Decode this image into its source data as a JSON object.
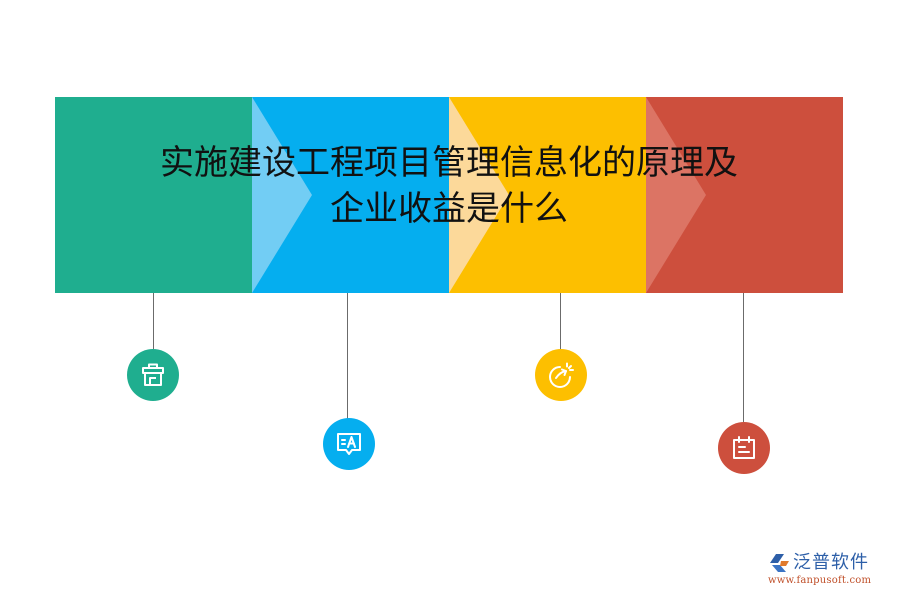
{
  "title": {
    "line1": "实施建设工程项目管理信息化的原理及",
    "line2": "企业收益是什么"
  },
  "panels": [
    {
      "name": "green",
      "color": "#1fae8f",
      "chevron_color": "#1fae8f"
    },
    {
      "name": "blue",
      "color": "#05aeef",
      "chevron_color": "#72cdf4"
    },
    {
      "name": "yellow",
      "color": "#fdbf00",
      "chevron_color": "#fcd99a"
    },
    {
      "name": "red",
      "color": "#cd4f3d",
      "chevron_color": "#dc7464"
    }
  ],
  "icons": [
    {
      "name": "briefcase-icon",
      "color": "#1fae8f"
    },
    {
      "name": "message-translate-icon",
      "color": "#05aeef"
    },
    {
      "name": "growth-arrow-icon",
      "color": "#fdbf00"
    },
    {
      "name": "calendar-icon",
      "color": "#cd4f3d"
    }
  ],
  "logo": {
    "name_cn": "泛普软件",
    "url": "www.fanpusoft.com"
  }
}
